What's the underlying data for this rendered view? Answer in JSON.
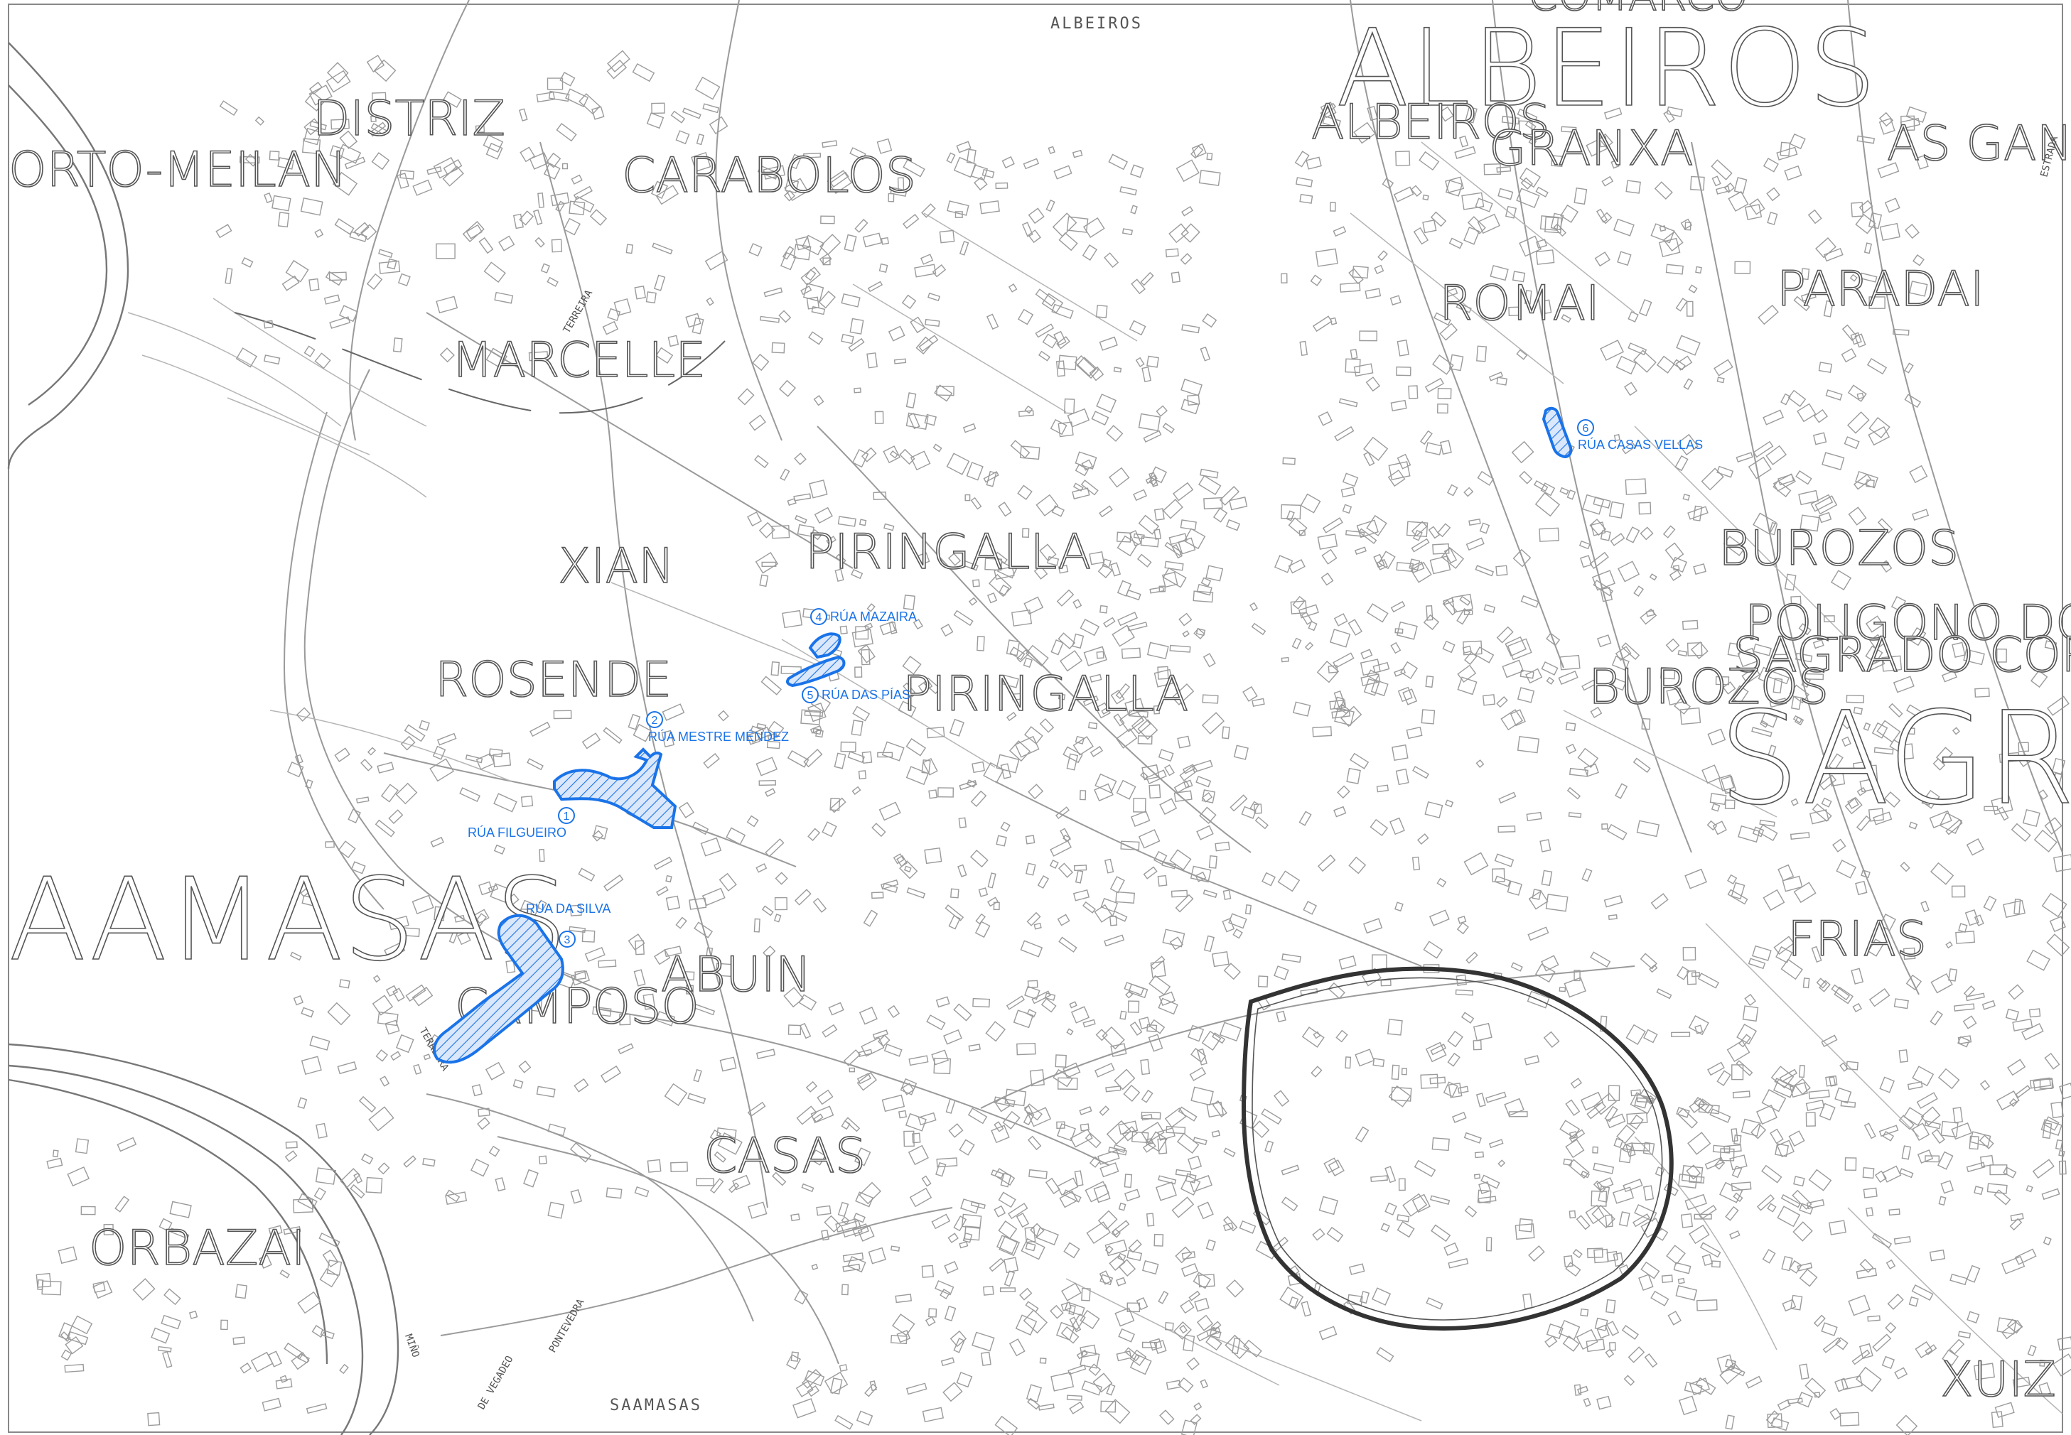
{
  "colors": {
    "highlight": "#1a73e8",
    "line": "#9a9a9a",
    "label": "#555555",
    "background": "#ffffff"
  },
  "labels": {
    "albeiros_big": "ALBEIROS",
    "albeiros_top": "ALBEIROS",
    "albeiros_mid": "ALBEIROS",
    "comarco": "COMARCO",
    "granxa": "GRANXA",
    "as_gand": "AS GAND",
    "distriz": "DISTRIZ",
    "orto_meilan": "ORTO-MEILAN",
    "carabolos": "CARABOLOS",
    "marcelle": "MARCELLE",
    "romai": "ROMAI",
    "paradai": "PARADAI",
    "burozos_1": "BUROZOS",
    "burozos_2": "BUROZOS",
    "poligono_1": "POLIGONO DO",
    "poligono_2": "SAGRADO CORAZ",
    "sagra": "SAGRA",
    "piringalla_1": "PIRINGALLA",
    "piringalla_2": "PIRINGALLA",
    "xian": "XIAN",
    "rosende": "ROSENDE",
    "aamasas": "AAMASAS",
    "camposo": "CAMPOSO",
    "abuin": "ABUIN",
    "casas": "CASAS",
    "orbazai": "ORBAZAI",
    "saamasas": "SAAMASAS",
    "frias": "FRIAS",
    "xuiz": "XUIZ"
  },
  "road_names": {
    "terreira": "TERREIRA",
    "terreira_2": "TERREIRA",
    "pontevedra": "PONTEVEDRA",
    "de_vegadeo": "DE VEGADEO",
    "estrada": "ESTRADA",
    "minho": "MIÑO"
  },
  "streets": [
    {
      "num": "1",
      "name": "RÚA FILGUEIRO"
    },
    {
      "num": "2",
      "name": "RÚA MESTRE MÉNDEZ"
    },
    {
      "num": "3",
      "name": "RÚA DA SILVA"
    },
    {
      "num": "4",
      "name": "RÚA MAZAIRA"
    },
    {
      "num": "5",
      "name": "RÚA DAS PÍAS"
    },
    {
      "num": "6",
      "name": "RÚA CASAS VELLAS"
    }
  ]
}
